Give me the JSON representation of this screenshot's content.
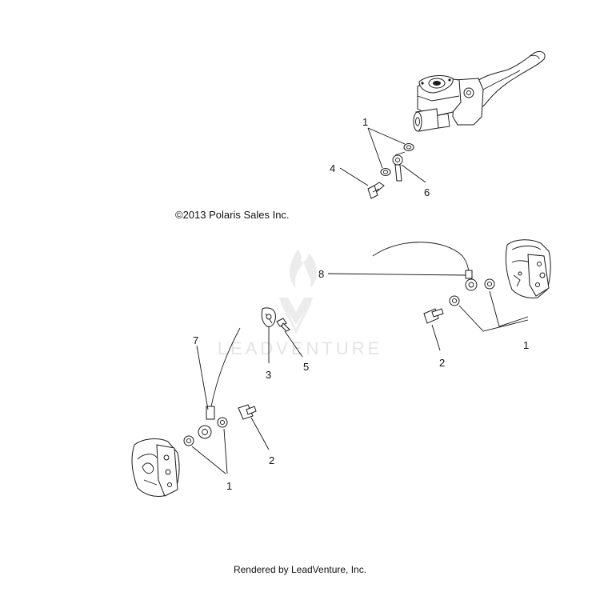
{
  "copyright": "©2013 Polaris Sales Inc.",
  "footer": "Rendered by LeadVenture, Inc.",
  "watermark": "LEADVENTURE",
  "callouts": {
    "top_washers": "1",
    "top_bolt": "4",
    "top_banjo": "6",
    "brake_line": "8",
    "right_washers": "1",
    "right_bolt": "2",
    "line_clip": "3",
    "clip_screw": "5",
    "left_brake_line": "7",
    "left_bolt": "2",
    "left_washers": "1"
  },
  "colors": {
    "line": "#1a1a1a",
    "watermark": "#e4e4e4",
    "background": "#ffffff"
  }
}
